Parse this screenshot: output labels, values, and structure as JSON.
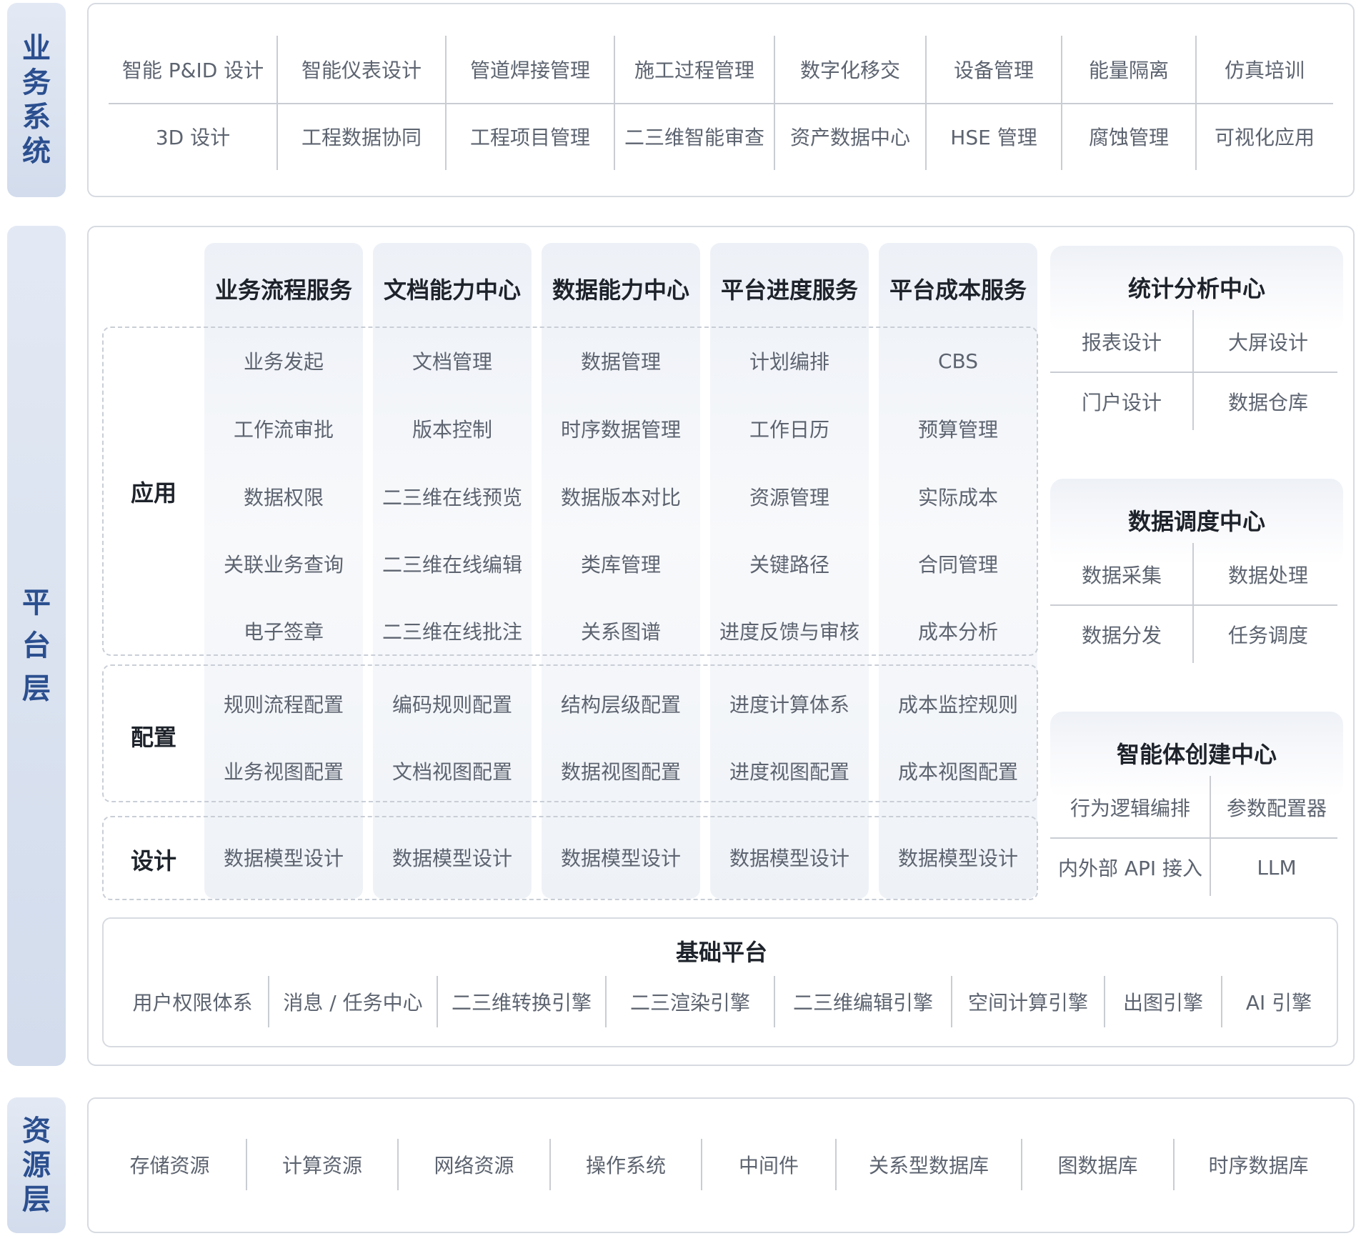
{
  "layers": {
    "business": "业务系统",
    "platform": "平台层",
    "resource": "资源层"
  },
  "business_systems": {
    "row1": [
      "智能 P&ID 设计",
      "智能仪表设计",
      "管道焊接管理",
      "施工过程管理",
      "数字化移交",
      "设备管理",
      "能量隔离",
      "仿真培训"
    ],
    "row2": [
      "3D 设计",
      "工程数据协同",
      "工程项目管理",
      "二三维智能审查",
      "资产数据中心",
      "HSE 管理",
      "腐蚀管理",
      "可视化应用"
    ]
  },
  "platform": {
    "row_labels": {
      "application": "应用",
      "config": "配置",
      "design": "设计"
    },
    "services": [
      {
        "title": "业务流程服务",
        "application": [
          "业务发起",
          "工作流审批",
          "数据权限",
          "关联业务查询",
          "电子签章"
        ],
        "config": [
          "规则流程配置",
          "业务视图配置"
        ],
        "design": "数据模型设计"
      },
      {
        "title": "文档能力中心",
        "application": [
          "文档管理",
          "版本控制",
          "二三维在线预览",
          "二三维在线编辑",
          "二三维在线批注"
        ],
        "config": [
          "编码规则配置",
          "文档视图配置"
        ],
        "design": "数据模型设计"
      },
      {
        "title": "数据能力中心",
        "application": [
          "数据管理",
          "时序数据管理",
          "数据版本对比",
          "类库管理",
          "关系图谱"
        ],
        "config": [
          "结构层级配置",
          "数据视图配置"
        ],
        "design": "数据模型设计"
      },
      {
        "title": "平台进度服务",
        "application": [
          "计划编排",
          "工作日历",
          "资源管理",
          "关键路径",
          "进度反馈与审核"
        ],
        "config": [
          "进度计算体系",
          "进度视图配置"
        ],
        "design": "数据模型设计"
      },
      {
        "title": "平台成本服务",
        "application": [
          "CBS",
          "预算管理",
          "实际成本",
          "合同管理",
          "成本分析"
        ],
        "config": [
          "成本监控规则",
          "成本视图配置"
        ],
        "design": "数据模型设计"
      }
    ],
    "centers": [
      {
        "title": "统计分析中心",
        "items": [
          "报表设计",
          "大屏设计",
          "门户设计",
          "数据仓库"
        ]
      },
      {
        "title": "数据调度中心",
        "items": [
          "数据采集",
          "数据处理",
          "数据分发",
          "任务调度"
        ]
      },
      {
        "title": "智能体创建中心",
        "items": [
          "行为逻辑编排",
          "参数配置器",
          "内外部 API 接入",
          "LLM"
        ]
      }
    ],
    "base_platform": {
      "title": "基础平台",
      "items": [
        "用户权限体系",
        "消息 / 任务中心",
        "二三维转换引擎",
        "二三渲染引擎",
        "二三维编辑引擎",
        "空间计算引擎",
        "出图引擎",
        "AI 引擎"
      ]
    }
  },
  "resources": [
    "存储资源",
    "计算资源",
    "网络资源",
    "操作系统",
    "中间件",
    "关系型数据库",
    "图数据库",
    "时序数据库"
  ]
}
